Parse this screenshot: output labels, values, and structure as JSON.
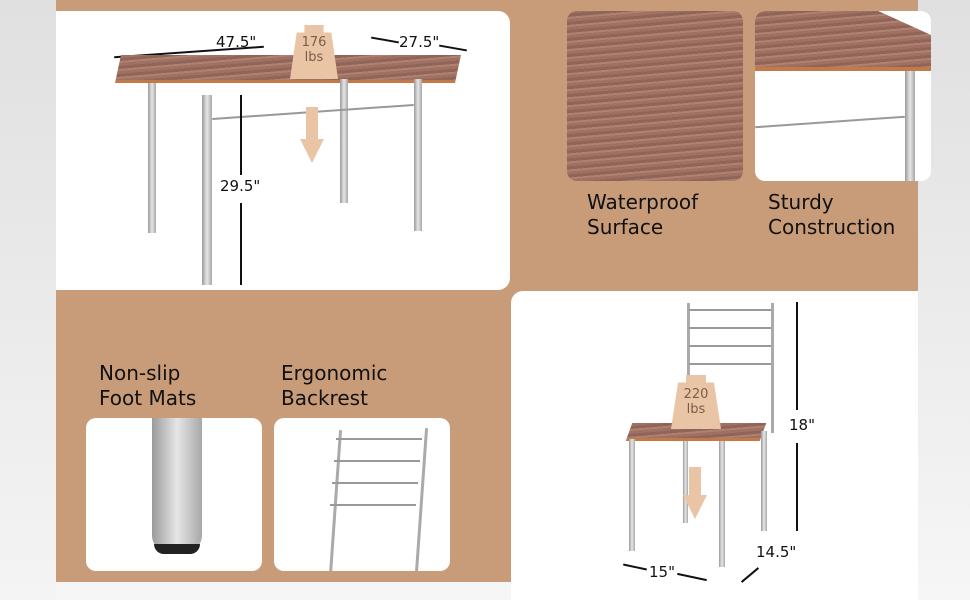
{
  "features": {
    "waterproof": "Waterproof\nSurface",
    "sturdy": "Sturdy\nConstruction",
    "nonslip": "Non-slip\nFoot Mats",
    "ergonomic": "Ergonomic\nBackrest"
  },
  "table": {
    "length": "47.5\"",
    "width": "27.5\"",
    "height": "29.5\"",
    "capacity_value": "176",
    "capacity_unit": "lbs"
  },
  "chair": {
    "height": "18\"",
    "width": "15\"",
    "depth": "14.5\"",
    "capacity_value": "220",
    "capacity_unit": "lbs"
  },
  "colors": {
    "tan": "#c89c78",
    "weight_badge": "#e9c5a5"
  }
}
